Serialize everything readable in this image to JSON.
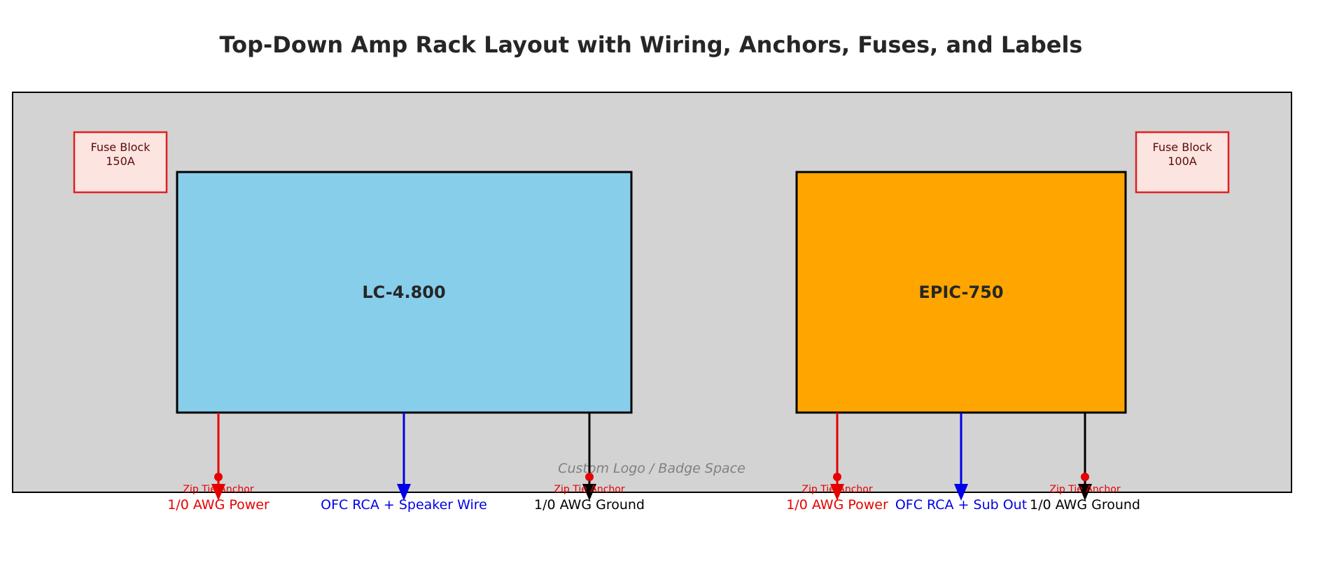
{
  "title": "Top-Down Amp Rack Layout with Wiring, Anchors, Fuses, and Labels",
  "logo_space": "Custom Logo / Badge Space",
  "colors": {
    "rack_fill": "#d3d3d3",
    "power": "#e60000",
    "signal": "#0000e6",
    "ground": "#000000",
    "fuse_border": "#e02020",
    "fuse_fill": "#fce4e0"
  },
  "fuses": [
    {
      "label_line1": "Fuse Block",
      "label_line2": "150A"
    },
    {
      "label_line1": "Fuse Block",
      "label_line2": "100A"
    }
  ],
  "amps": [
    {
      "name": "LC-4.800",
      "color": "#87ceeb",
      "wires": [
        {
          "label": "1/0 AWG Power",
          "kind": "power",
          "anchor": "Zip Tie Anchor"
        },
        {
          "label": "OFC RCA + Speaker Wire",
          "kind": "signal",
          "anchor": ""
        },
        {
          "label": "1/0 AWG Ground",
          "kind": "ground",
          "anchor": "Zip Tie Anchor"
        }
      ]
    },
    {
      "name": "EPIC-750",
      "color": "#ffa500",
      "wires": [
        {
          "label": "1/0 AWG Power",
          "kind": "power",
          "anchor": "Zip Tie Anchor"
        },
        {
          "label": "OFC RCA + Sub Out",
          "kind": "signal",
          "anchor": ""
        },
        {
          "label": "1/0 AWG Ground",
          "kind": "ground",
          "anchor": "Zip Tie Anchor"
        }
      ]
    }
  ]
}
